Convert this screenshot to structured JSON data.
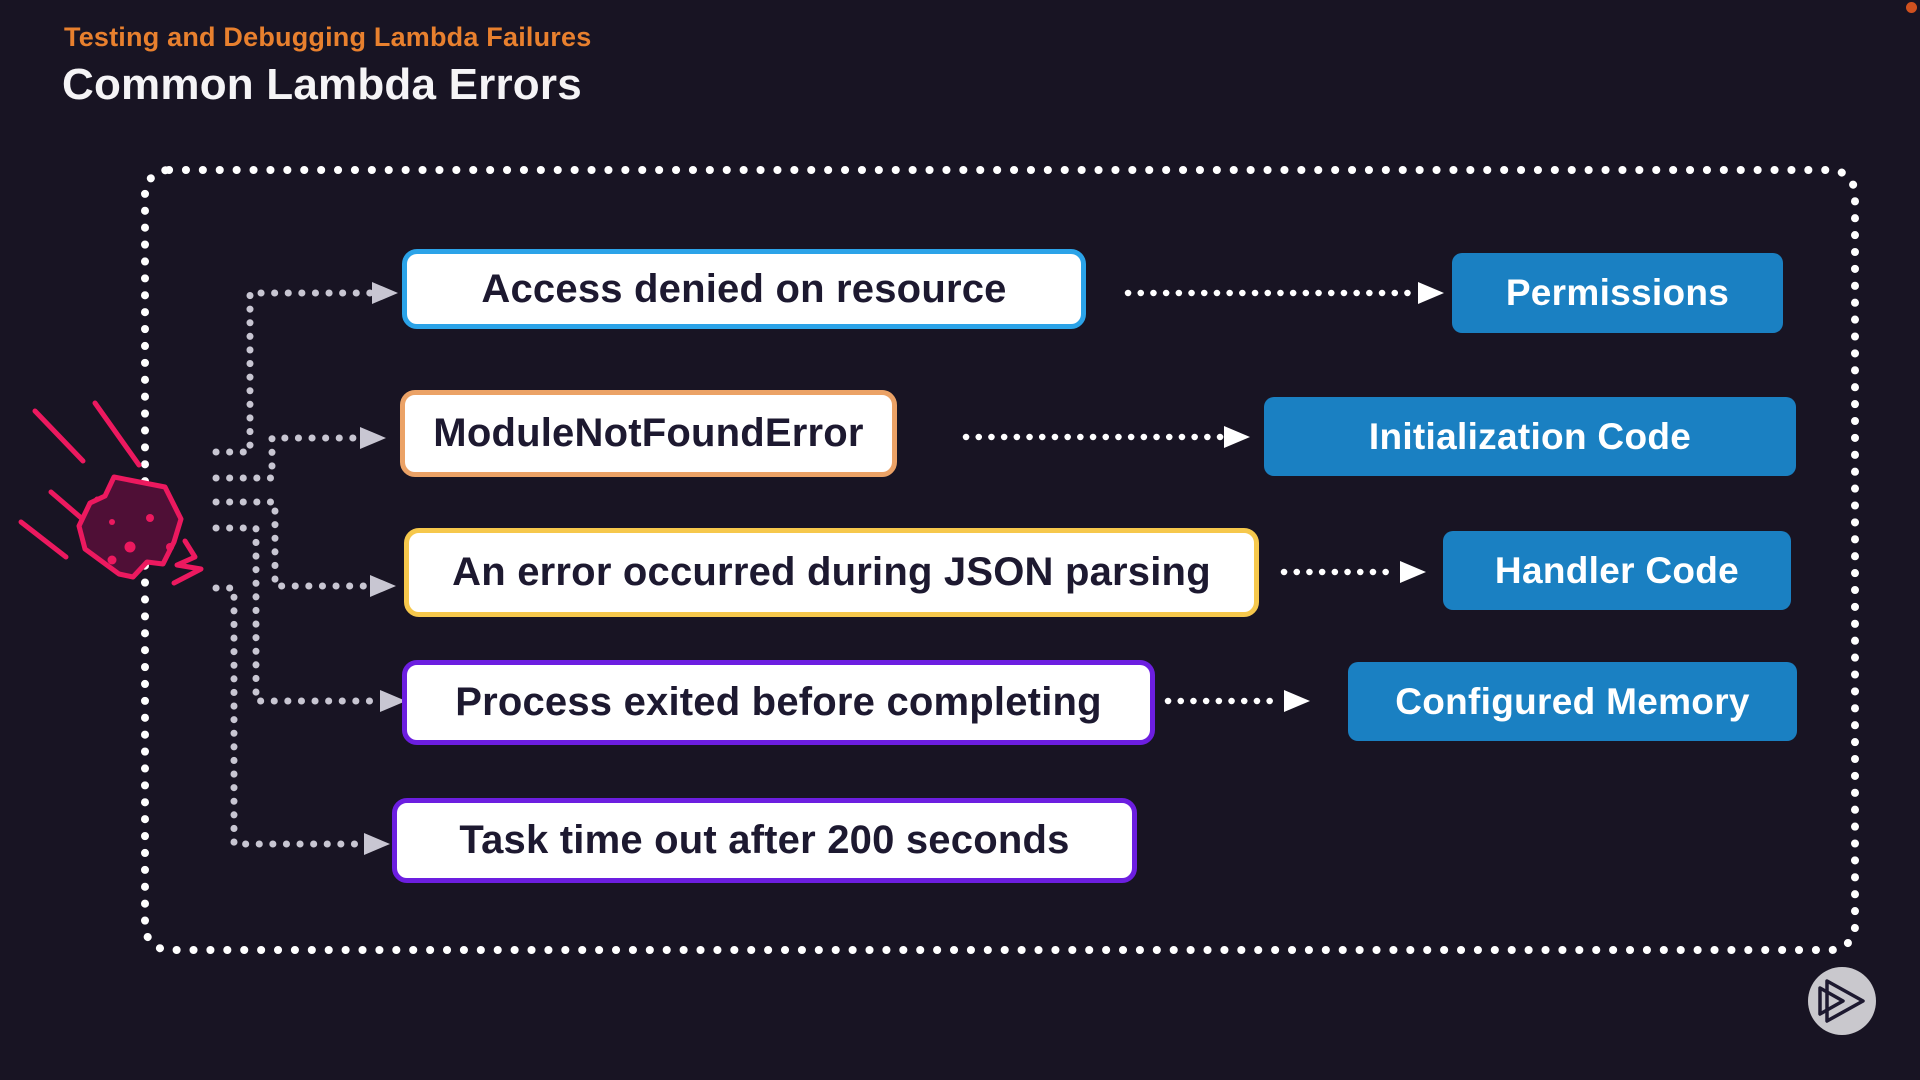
{
  "header": {
    "kicker": "Testing and Debugging Lambda Failures",
    "title": "Common Lambda Errors"
  },
  "colors": {
    "background": "#181423",
    "kicker_orange": "#E8802E",
    "title_white": "#F5F4F6",
    "error_box_bg": "#FFFFFF",
    "error_text": "#1D1930",
    "cause_button_bg": "#1A80C2",
    "cause_button_text": "#FFFFFF",
    "border_blue": "#2BA3E8",
    "border_orange": "#EBA266",
    "border_yellow": "#F6C84C",
    "border_purple": "#6C1EE0",
    "meteor_pink": "#EC195F",
    "meteor_fill": "#4F0F36",
    "outer_border_dots": "#FFFFFF",
    "tree_dots": "#C8C6D2",
    "logo_circle": "#C9C8CD",
    "notification_dot": "#D0511F"
  },
  "rows": [
    {
      "error": "Access denied on resource",
      "border_color": "#2BA3E8",
      "cause": "Permissions"
    },
    {
      "error": "ModuleNotFoundError",
      "border_color": "#EBA266",
      "cause": "Initialization Code"
    },
    {
      "error": "An error occurred during JSON parsing",
      "border_color": "#F6C84C",
      "cause": "Handler Code"
    },
    {
      "error": "Process exited before completing",
      "border_color": "#6C1EE0",
      "cause": "Configured Memory"
    },
    {
      "error": "Task time out after 200 seconds",
      "border_color": "#6C1EE0",
      "cause": null
    }
  ],
  "icons": {
    "meteor": "meteor-icon",
    "logo": "play-logo-icon",
    "notification": "notification-dot-icon"
  }
}
